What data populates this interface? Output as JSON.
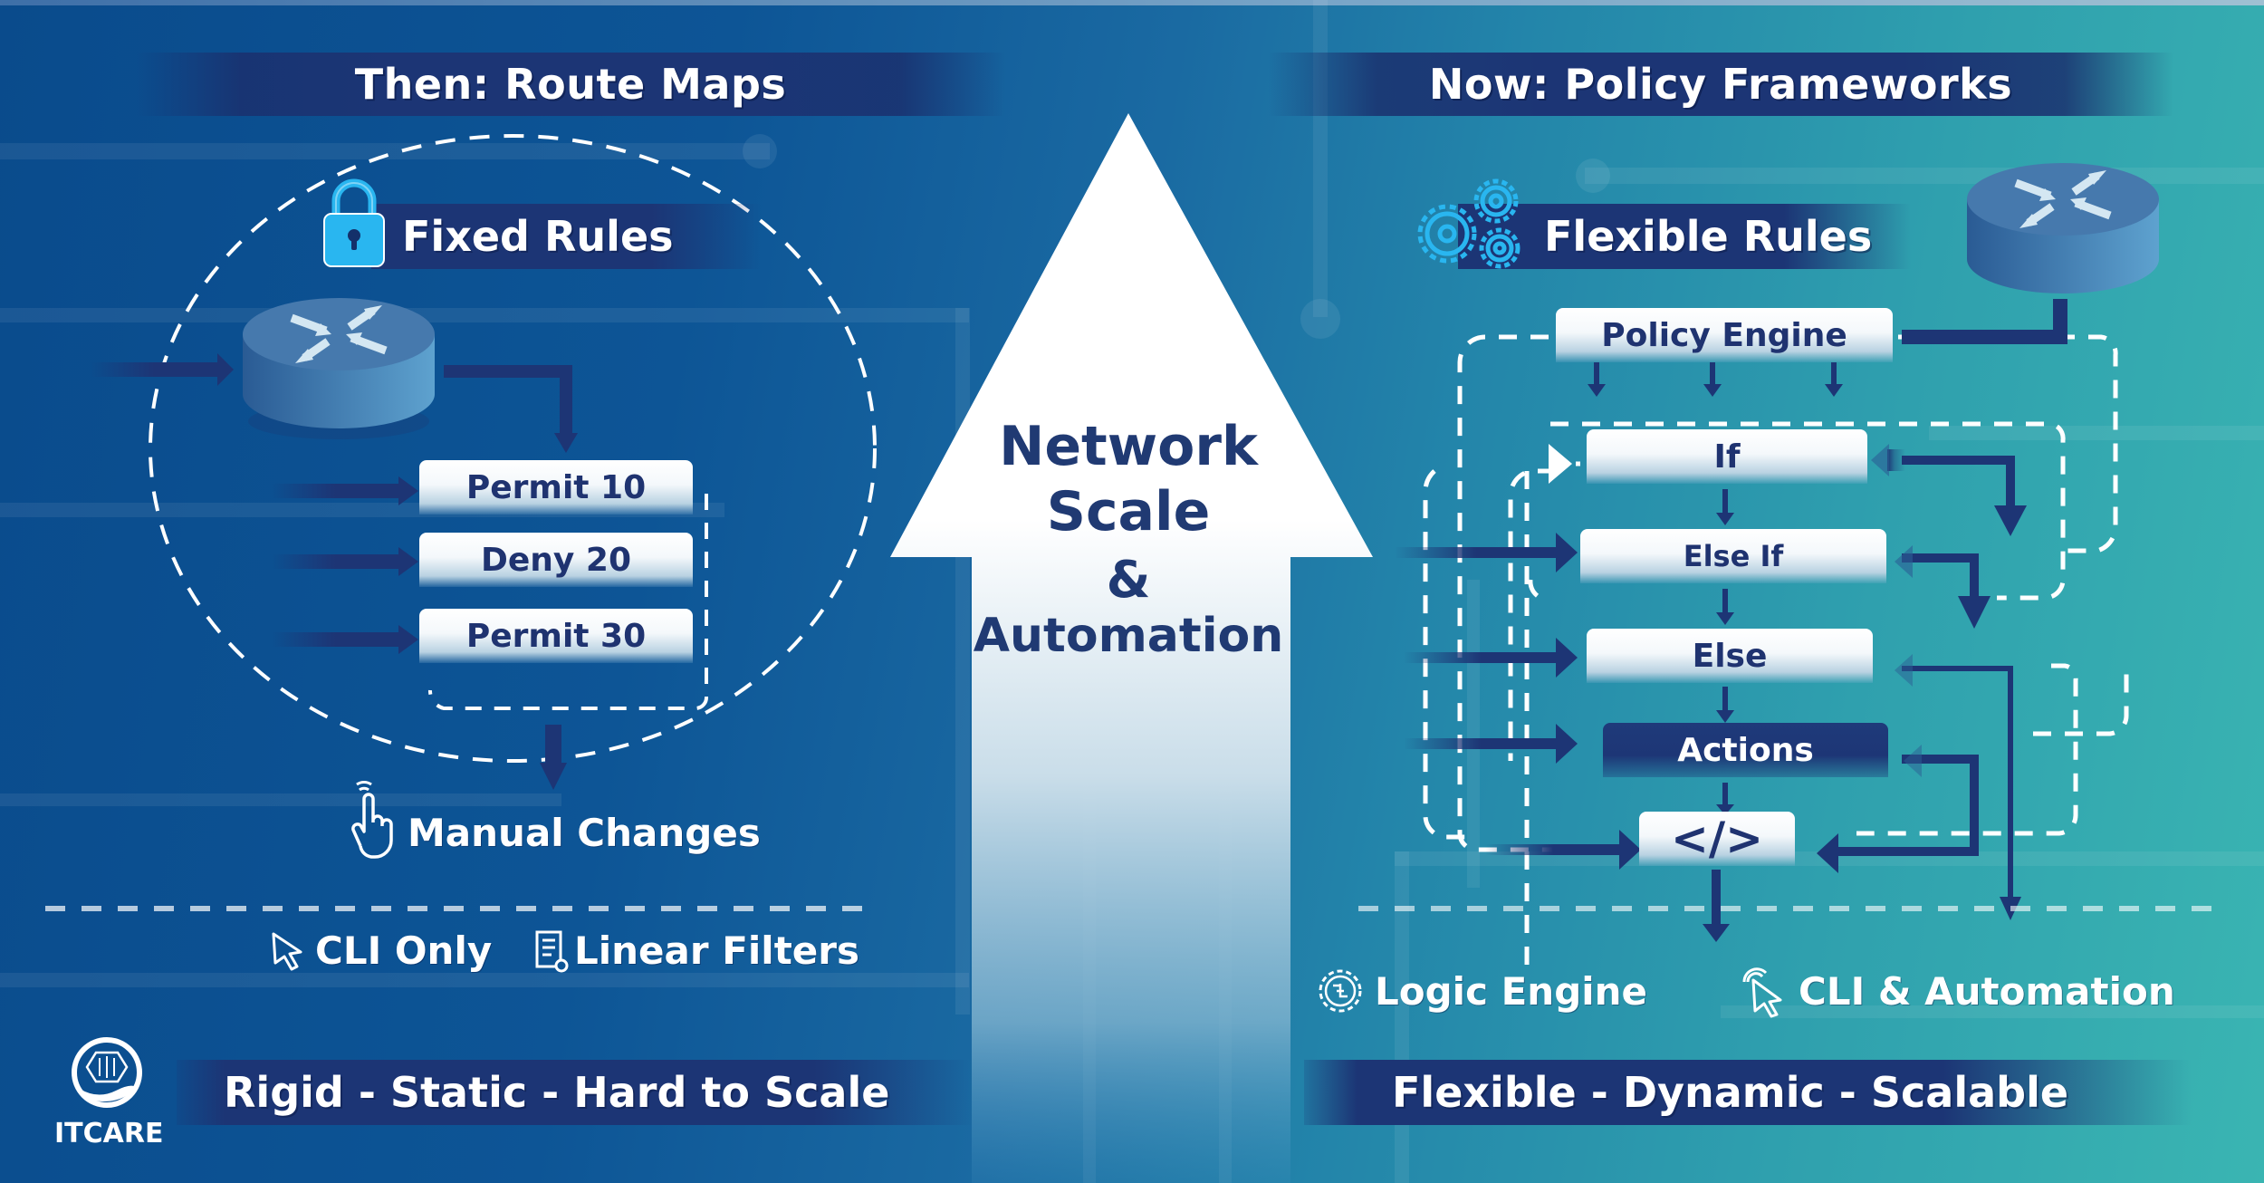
{
  "left": {
    "title": "Then: Route Maps",
    "section_label": "Fixed Rules",
    "section_icon": "lock-icon",
    "rules": [
      "Permit 10",
      "Deny 20",
      "Permit 30"
    ],
    "manual_changes": "Manual Changes",
    "features": [
      {
        "icon": "cursor-icon",
        "label": "CLI Only"
      },
      {
        "icon": "document-filter-icon",
        "label": "Linear Filters"
      }
    ],
    "footer": "Rigid - Static - Hard to Scale"
  },
  "center": {
    "line1": "Network",
    "line2": "Scale",
    "line3": "&",
    "line4": "Automation"
  },
  "right": {
    "title": "Now: Policy Frameworks",
    "section_label": "Flexible Rules",
    "section_icon": "gears-icon",
    "policy_engine": "Policy Engine",
    "flow": {
      "if": "If",
      "else_if": "Else If",
      "else": "Else",
      "actions": "Actions",
      "code": "</>"
    },
    "features": [
      {
        "icon": "logic-gear-icon",
        "label": "Logic Engine"
      },
      {
        "icon": "click-cursor-icon",
        "label": "CLI & Automation"
      }
    ],
    "footer": "Flexible - Dynamic - Scalable"
  },
  "brand": {
    "logo_text": "ITCARE"
  },
  "colors": {
    "bg_left": "#0a4b8c",
    "bg_right": "#3ab5b2",
    "banner": "#1c3575",
    "text_dark": "#1f3370",
    "accent_light_blue": "#29b6f0"
  }
}
